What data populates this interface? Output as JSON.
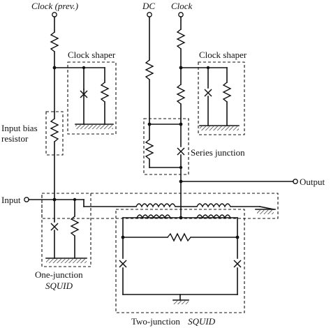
{
  "labels": {
    "clock_prev": "Clock (prev.)",
    "dc": "DC",
    "clock": "Clock",
    "clock_shaper_left": "Clock shaper",
    "clock_shaper_right": "Clock shaper",
    "input_bias_line1": "Input bias",
    "input_bias_line2": "resistor",
    "series_junction": "Series junction",
    "output": "Output",
    "input": "Input",
    "one_junction_line1": "One-junction",
    "one_junction_line2": "SQUID",
    "two_junction_prefix": "Two-junction",
    "two_junction_suffix": "SQUID"
  }
}
